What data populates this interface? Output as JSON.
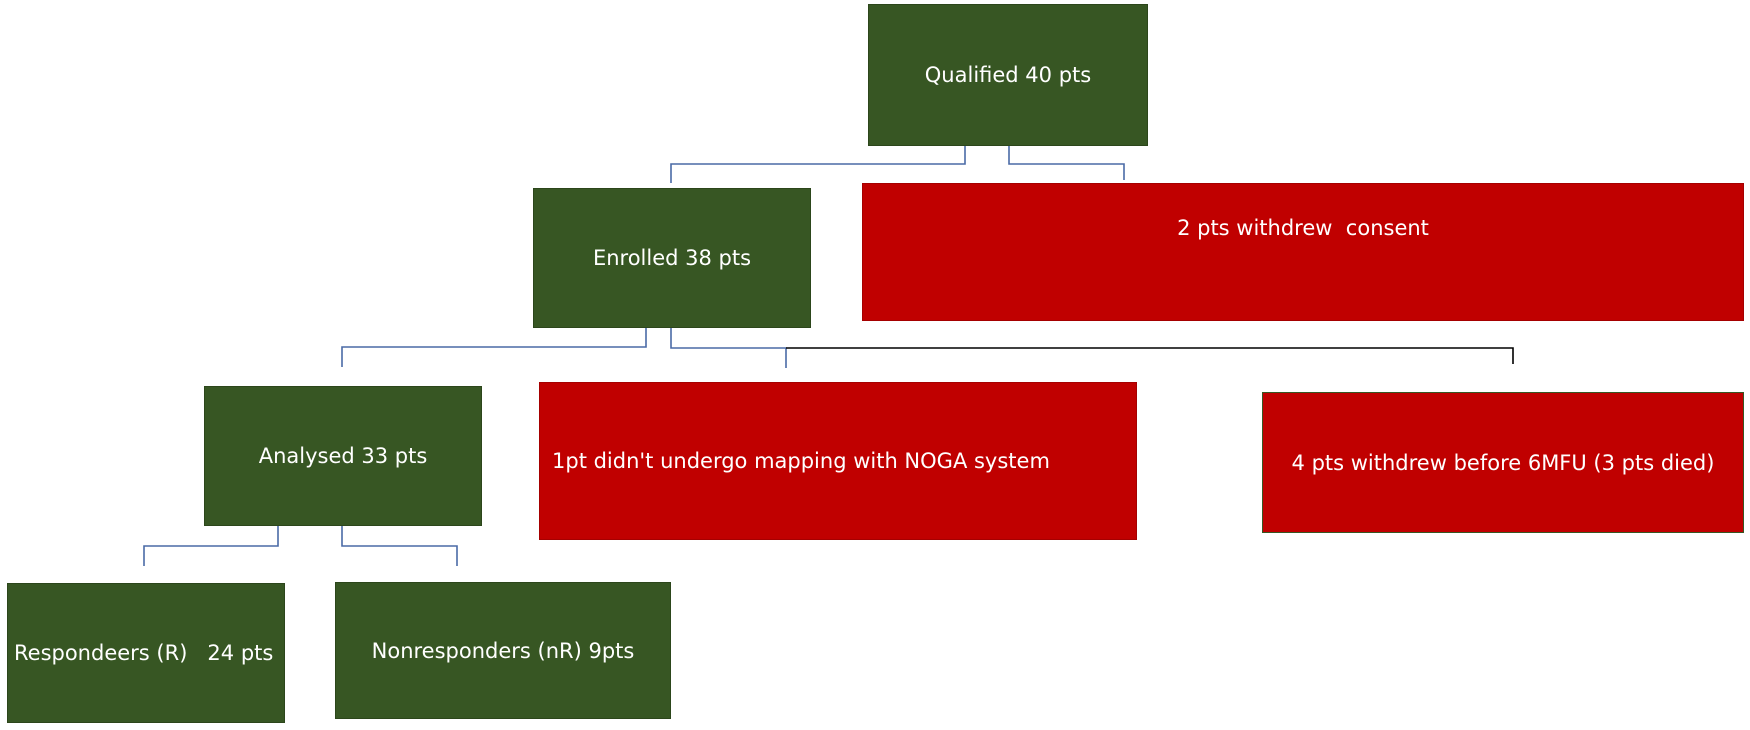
{
  "boxes": {
    "qualified": "Qualified 40 pts",
    "withdrew_consent": "2 pts withdrew  consent",
    "enrolled": "Enrolled 38 pts",
    "analysed": "Analysed 33 pts",
    "no_mapping": "1pt didn't undergo mapping with NOGA system",
    "withdrew_before_6mfu": "4 pts withdrew before 6MFU (3 pts died)",
    "responders": "Respondeers (R)   24 pts",
    "nonresponders": "Nonresponders (nR) 9pts"
  },
  "colors": {
    "included": "#375623",
    "excluded": "#c00000",
    "connector": "#4a6aa6",
    "connector_dark": "#000000"
  }
}
